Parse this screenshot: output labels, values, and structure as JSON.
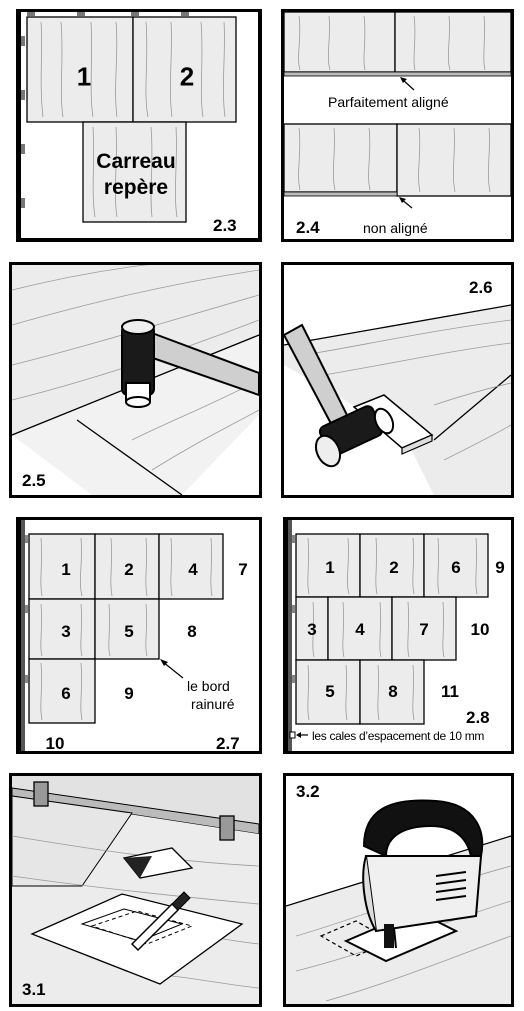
{
  "panels": {
    "p23": {
      "label": "2.3",
      "tile1": "1",
      "tile2": "2",
      "reference_tile": "Carreau\nrepère",
      "reference_line1": "Carreau",
      "reference_line2": "repère"
    },
    "p24": {
      "label": "2.4",
      "aligned_caption": "Parfaitement aligné",
      "misaligned_caption": "non aligné"
    },
    "p25": {
      "label": "2.5"
    },
    "p26": {
      "label": "2.6"
    },
    "p27": {
      "label": "2.7",
      "numbers": [
        "1",
        "2",
        "4",
        "7",
        "3",
        "5",
        "8",
        "6",
        "9",
        "10"
      ],
      "edge_caption_line1": "le bord",
      "edge_caption_line2": "rainuré"
    },
    "p28": {
      "label": "2.8",
      "numbers": [
        "1",
        "2",
        "6",
        "9",
        "3",
        "4",
        "7",
        "10",
        "5",
        "8",
        "11"
      ],
      "spacer_caption": "les cales d’espacement de 10 mm"
    },
    "p31": {
      "label": "3.1"
    },
    "p32": {
      "label": "3.2"
    }
  }
}
